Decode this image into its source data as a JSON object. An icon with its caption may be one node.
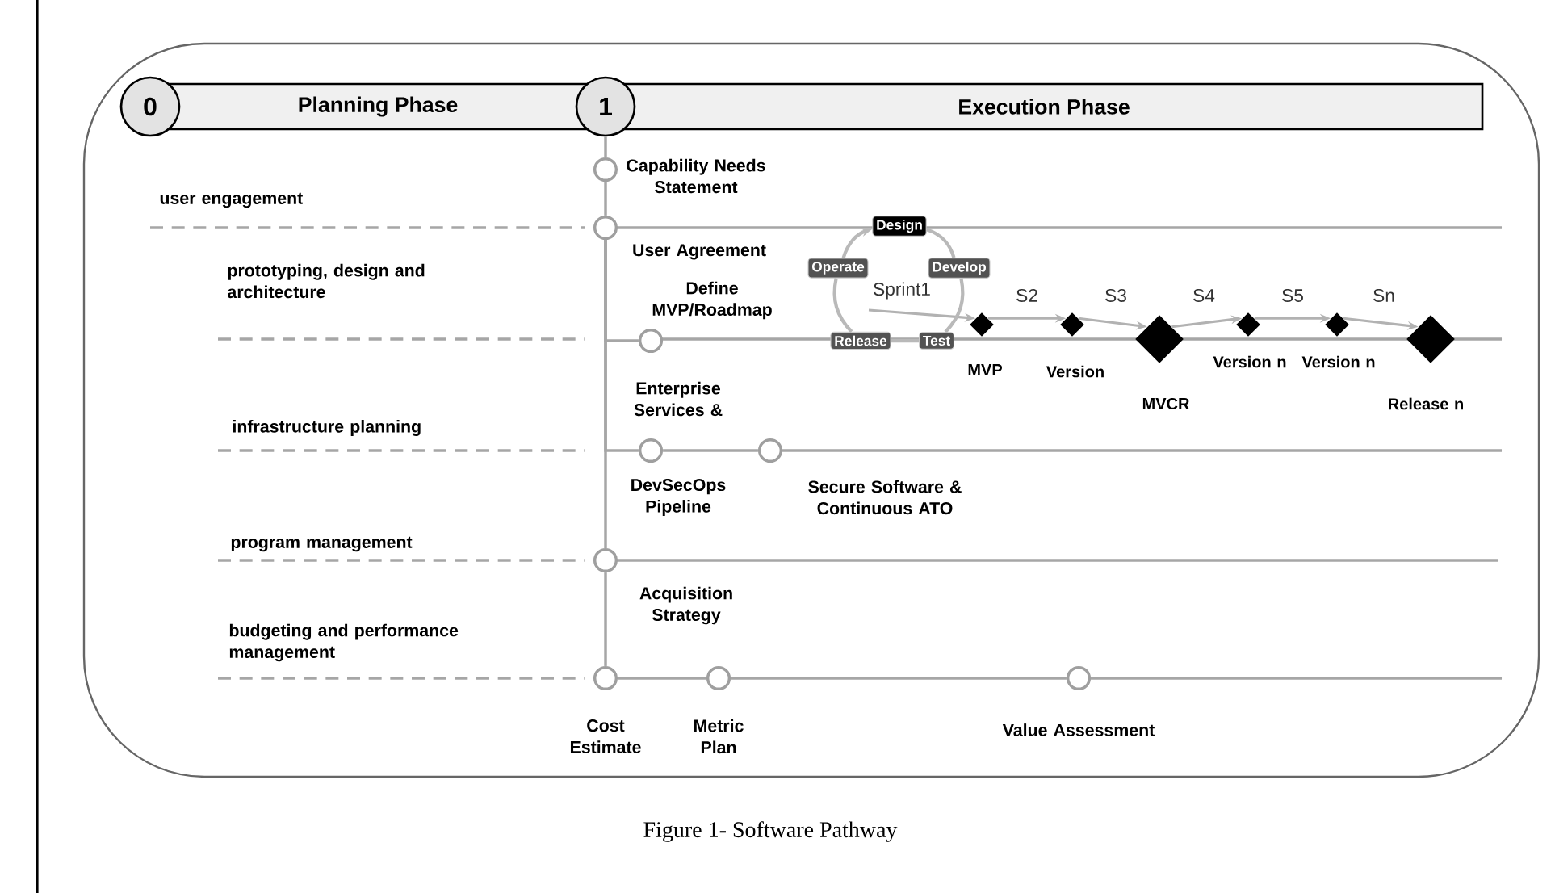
{
  "diagram": {
    "caption": "Figure 1- Software Pathway",
    "nodes": [
      {
        "text": [
          "0"
        ]
      },
      {
        "text": [
          "Planning Phase"
        ]
      },
      {
        "text": [
          "1"
        ]
      },
      {
        "text": [
          "Execution Phase"
        ]
      },
      {
        "text": [],
        "shape": "circle",
        "beside": [
          "Capability Needs Statement"
        ]
      },
      {
        "text": [],
        "shape": "circle",
        "beside": [
          "User Agreement"
        ]
      },
      {
        "text": [],
        "shape": "circle",
        "beside": [
          "Define MVP/Roadmap"
        ]
      },
      {
        "text": [],
        "shape": "circle",
        "beside": [
          "Enterprise Services &",
          "DevSecOps Pipeline"
        ]
      },
      {
        "text": [],
        "shape": "circle",
        "beside": [
          "Secure Software & Continuous ATO"
        ]
      },
      {
        "text": [],
        "shape": "circle",
        "beside": [
          "Acquisition Strategy"
        ]
      },
      {
        "text": [],
        "shape": "circle",
        "beside": [
          "Cost Estimate"
        ]
      },
      {
        "text": [],
        "shape": "circle",
        "beside": [
          "Metric Plan"
        ]
      },
      {
        "text": [],
        "shape": "circle",
        "beside": [
          "Value Assessment"
        ]
      },
      {
        "text": [
          "Design"
        ]
      },
      {
        "text": [
          "Operate"
        ]
      },
      {
        "text": [
          "Develop"
        ]
      },
      {
        "text": [
          "Release"
        ]
      },
      {
        "text": [
          "Test"
        ]
      },
      {
        "text": [],
        "shape": "diamond",
        "beside": [
          "MVP"
        ]
      },
      {
        "text": [],
        "shape": "diamond",
        "beside": [
          "Version"
        ]
      },
      {
        "text": [],
        "shape": "diamond",
        "beside": [
          "MVCR"
        ]
      },
      {
        "text": [],
        "shape": "diamond",
        "beside": [
          "Version n"
        ]
      },
      {
        "text": [],
        "shape": "diamond",
        "beside": [
          "Version n"
        ]
      },
      {
        "text": [],
        "shape": "diamond",
        "beside": [
          "Release n"
        ]
      }
    ],
    "edges": [
      {
        "from": 2,
        "to": 4,
        "arrow": "none"
      },
      {
        "from": 4,
        "to": 5,
        "arrow": "none"
      },
      {
        "from": 5,
        "to": 9,
        "arrow": "none"
      },
      {
        "from": 9,
        "to": 10,
        "arrow": "none"
      },
      {
        "from": 7,
        "to": 8,
        "arrow": "none"
      },
      {
        "from": 10,
        "to": 11,
        "arrow": "none"
      },
      {
        "from": 11,
        "to": 12,
        "arrow": "none"
      },
      {
        "from": null,
        "to": 18,
        "arrow": "to",
        "label": "Sprint1"
      },
      {
        "from": 18,
        "to": 19,
        "arrow": "to",
        "label": "S2"
      },
      {
        "from": 19,
        "to": 20,
        "arrow": "to",
        "label": "S3"
      },
      {
        "from": 20,
        "to": 21,
        "arrow": "to",
        "label": "S4"
      },
      {
        "from": 21,
        "to": 22,
        "arrow": "to",
        "label": "S5"
      },
      {
        "from": 22,
        "to": 23,
        "arrow": "to",
        "label": "Sn"
      },
      {
        "from": 13,
        "to": 15,
        "arrow": "none"
      },
      {
        "from": 15,
        "to": 17,
        "arrow": "none"
      },
      {
        "from": 17,
        "to": 16,
        "arrow": "none"
      },
      {
        "from": 16,
        "to": 14,
        "arrow": "none"
      },
      {
        "from": 14,
        "to": 13,
        "arrow": "to"
      },
      {
        "from": 5,
        "to": 6,
        "arrow": "none"
      },
      {
        "from": 5,
        "to": 7,
        "arrow": "none"
      }
    ],
    "labels": [
      "user engagement",
      "prototyping, design and architecture",
      "infrastructure planning",
      "program management",
      "budgeting and performance management"
    ]
  }
}
